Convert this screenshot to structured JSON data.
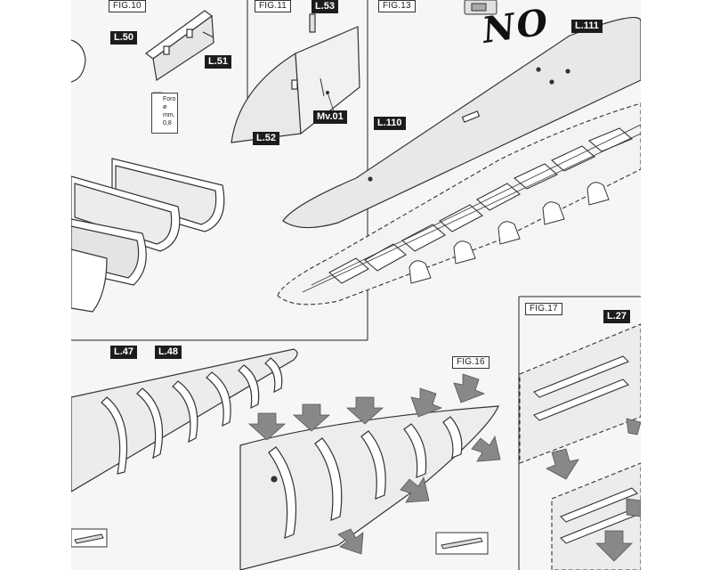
{
  "figures": {
    "fig10": "FIG.10",
    "fig11": "FIG.11",
    "fig13": "FIG.13",
    "fig16": "FIG.16",
    "fig17": "FIG.17"
  },
  "parts": {
    "l50": "L.50",
    "l51": "L.51",
    "l52": "L.52",
    "l53": "L.53",
    "mv01": "Mv.01",
    "l110": "L.110",
    "l111": "L.111",
    "l47": "L.47",
    "l48": "L.48",
    "l27": "L.27"
  },
  "drill_note": {
    "line1": "Foro",
    "line2": "ø",
    "line3": "mm.",
    "line4": "0,8"
  },
  "warning_text": "NO",
  "icons": {
    "press_arrows": "press-arrow-icon",
    "drill": "drill-bit-icon"
  }
}
